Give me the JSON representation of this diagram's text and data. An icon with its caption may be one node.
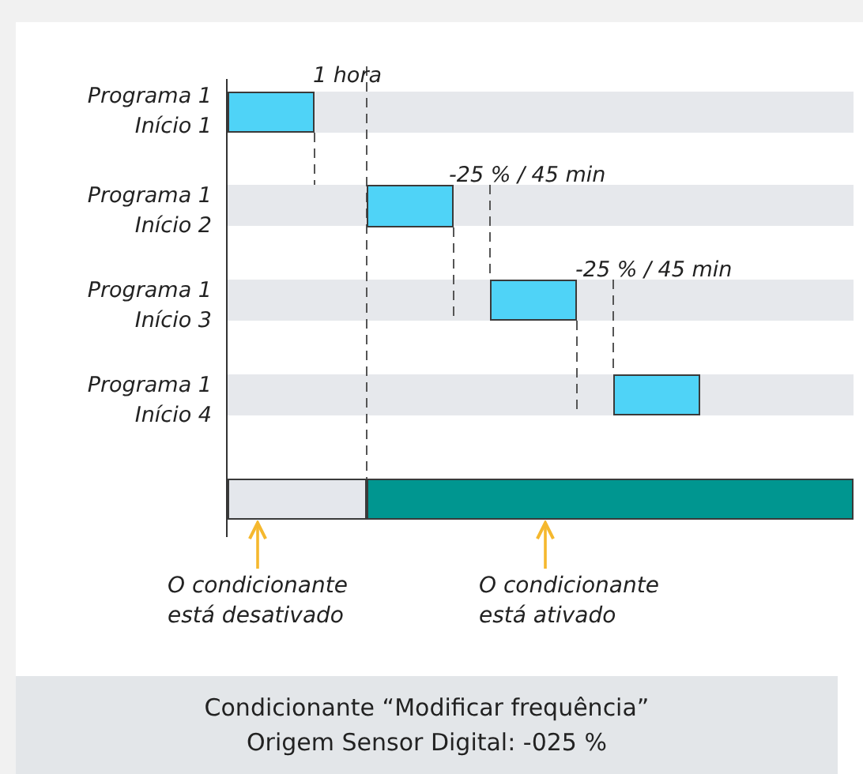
{
  "diagram": {
    "caption": "Condicionante “Modificar frequência” Origem Sensor Digital: -025 %",
    "nodes": [
      {
        "text": [],
        "shape": "bar"
      },
      {
        "text": [],
        "shape": "bar"
      },
      {
        "text": [],
        "shape": "bar"
      },
      {
        "text": [],
        "shape": "bar"
      },
      {
        "text": [],
        "shape": "bar"
      },
      {
        "text": [],
        "shape": "bar"
      },
      {
        "text": [
          "O condicionante está desativado"
        ]
      },
      {
        "text": [
          "O condicionante está ativado"
        ]
      }
    ],
    "edges": [
      {
        "from": 0,
        "to": 1,
        "arrow": "none",
        "style": "dashed"
      },
      {
        "from": 1,
        "to": 2,
        "arrow": "none",
        "style": "dashed"
      },
      {
        "from": 1,
        "to": 2,
        "arrow": "none",
        "style": "dashed"
      },
      {
        "from": 2,
        "to": 3,
        "arrow": "none",
        "style": "dashed"
      },
      {
        "from": 2,
        "to": 3,
        "arrow": "none",
        "style": "dashed"
      },
      {
        "from": 6,
        "to": 4,
        "arrow": "to",
        "color": "#f5b82e"
      },
      {
        "from": 7,
        "to": 5,
        "arrow": "to",
        "color": "#f5b82e"
      }
    ],
    "labels": [
      "Programa 1 Início 1",
      "1 hora",
      "Programa 1 Início 2",
      "-25 % / 45 min",
      "Programa 1 Início 3",
      "-25 % / 45 min",
      "Programa 1 Início 4"
    ]
  }
}
